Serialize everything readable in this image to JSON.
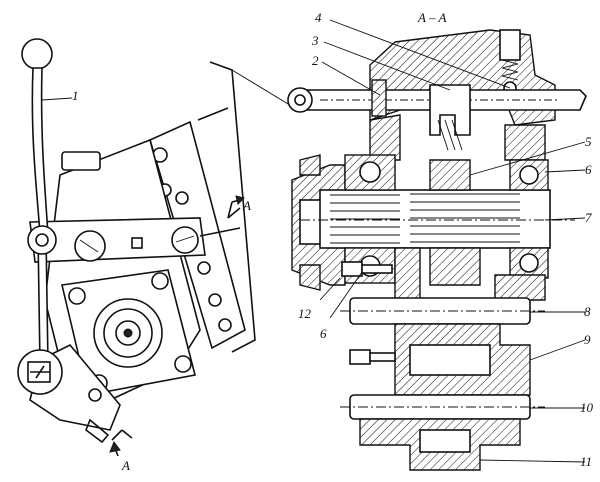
{
  "section_title": "A – A",
  "section_marks": {
    "upper": "A",
    "lower": "A"
  },
  "labels": {
    "l1": "1",
    "l2": "2",
    "l3": "3",
    "l4": "4",
    "l5": "5",
    "l6a": "6",
    "l6b": "6",
    "l7": "7",
    "l8": "8",
    "l9": "9",
    "l10": "10",
    "l11": "11",
    "l12": "12"
  }
}
